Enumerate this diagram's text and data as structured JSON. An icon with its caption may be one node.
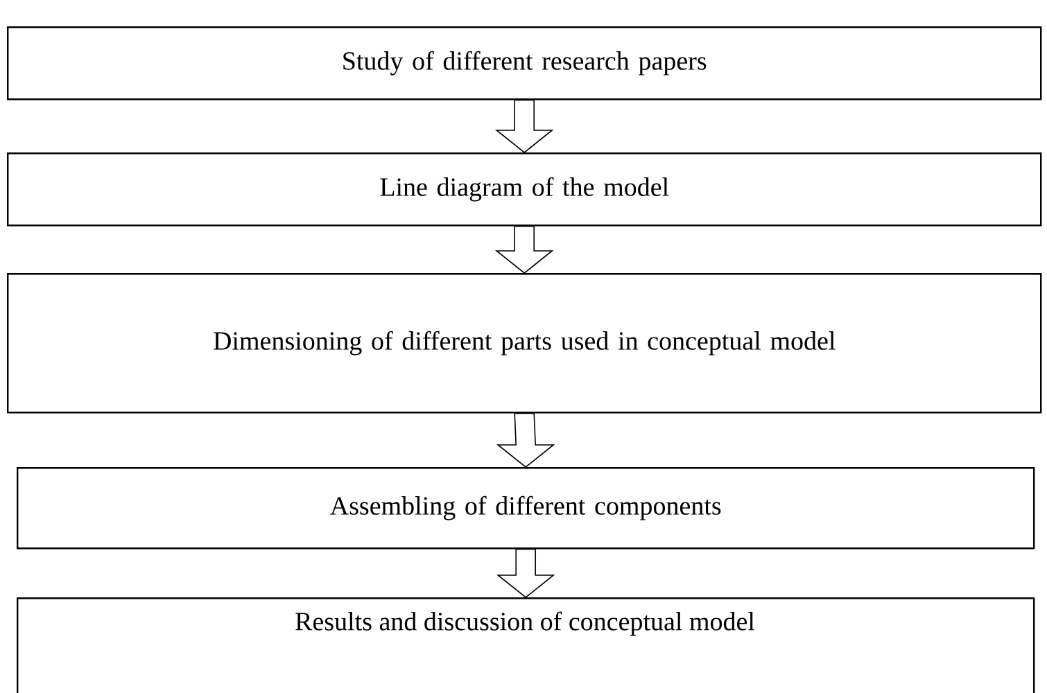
{
  "diagram": {
    "nodes": [
      {
        "text": [
          "Study of different research papers"
        ]
      },
      {
        "text": [
          "Line diagram of the model"
        ]
      },
      {
        "text": [
          "Dimensioning of different parts used in conceptual model"
        ]
      },
      {
        "text": [
          "Assembling of different components"
        ]
      },
      {
        "text": [
          "Results and discussion of conceptual model"
        ]
      }
    ],
    "edges": [
      {
        "from": 0,
        "to": 1,
        "arrow": "to"
      },
      {
        "from": 1,
        "to": 2,
        "arrow": "to"
      },
      {
        "from": 2,
        "to": 3,
        "arrow": "to"
      },
      {
        "from": 3,
        "to": 4,
        "arrow": "to"
      }
    ]
  }
}
